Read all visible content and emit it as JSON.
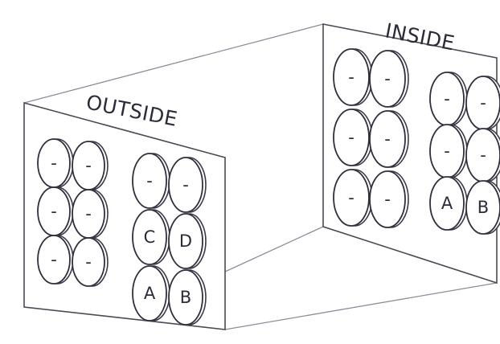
{
  "outside_panel": {
    "title": "OUTSIDE",
    "left_group": [
      [
        "-",
        "-"
      ],
      [
        "-",
        "-"
      ],
      [
        "-",
        "-"
      ]
    ],
    "right_group": [
      [
        "-",
        "-"
      ],
      [
        "C",
        "D"
      ],
      [
        "A",
        "B"
      ]
    ]
  },
  "inside_panel": {
    "title": "INSIDE",
    "left_group": [
      [
        "-",
        "-"
      ],
      [
        "-",
        "-"
      ],
      [
        "-",
        "-"
      ]
    ],
    "right_group": [
      [
        "-",
        "-"
      ],
      [
        "-",
        "-"
      ],
      [
        "A",
        "B"
      ]
    ]
  }
}
